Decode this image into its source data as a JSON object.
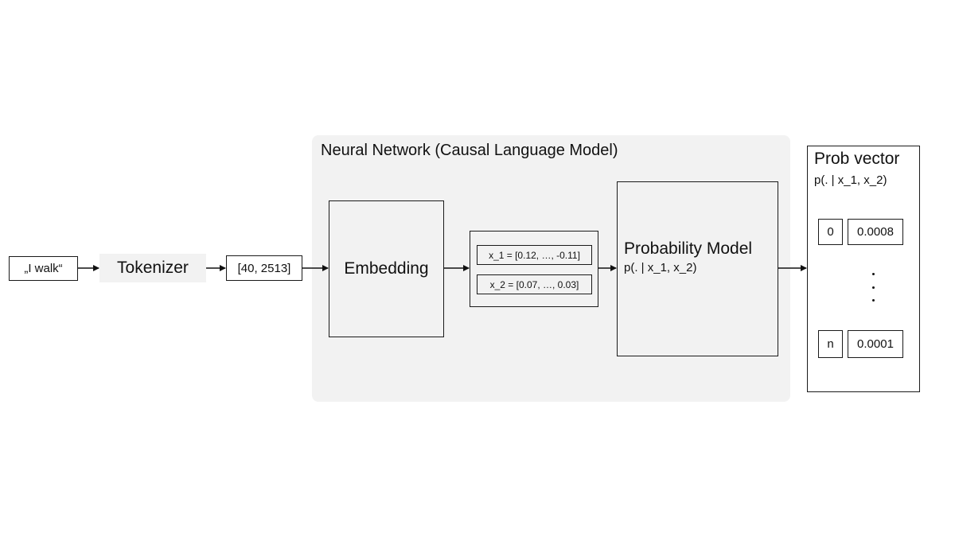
{
  "diagram": {
    "input_text": "„I walk“",
    "tokenizer_label": "Tokenizer",
    "token_ids": "[40, 2513]",
    "network": {
      "title": "Neural Network (Causal Language Model)",
      "embedding_label": "Embedding",
      "vectors": [
        "x_1 = [0.12, …, -0.11]",
        "x_2 = [0.07, …, 0.03]"
      ],
      "probability_model": {
        "title": "Probability Model",
        "formula": "p(. | x_1, x_2)"
      }
    },
    "prob_vector": {
      "title": "Prob vector",
      "formula": "p(. | x_1, x_2)",
      "rows": [
        {
          "index": "0",
          "value": "0.0008"
        },
        {
          "index": "n",
          "value": "0.0001"
        }
      ]
    }
  }
}
